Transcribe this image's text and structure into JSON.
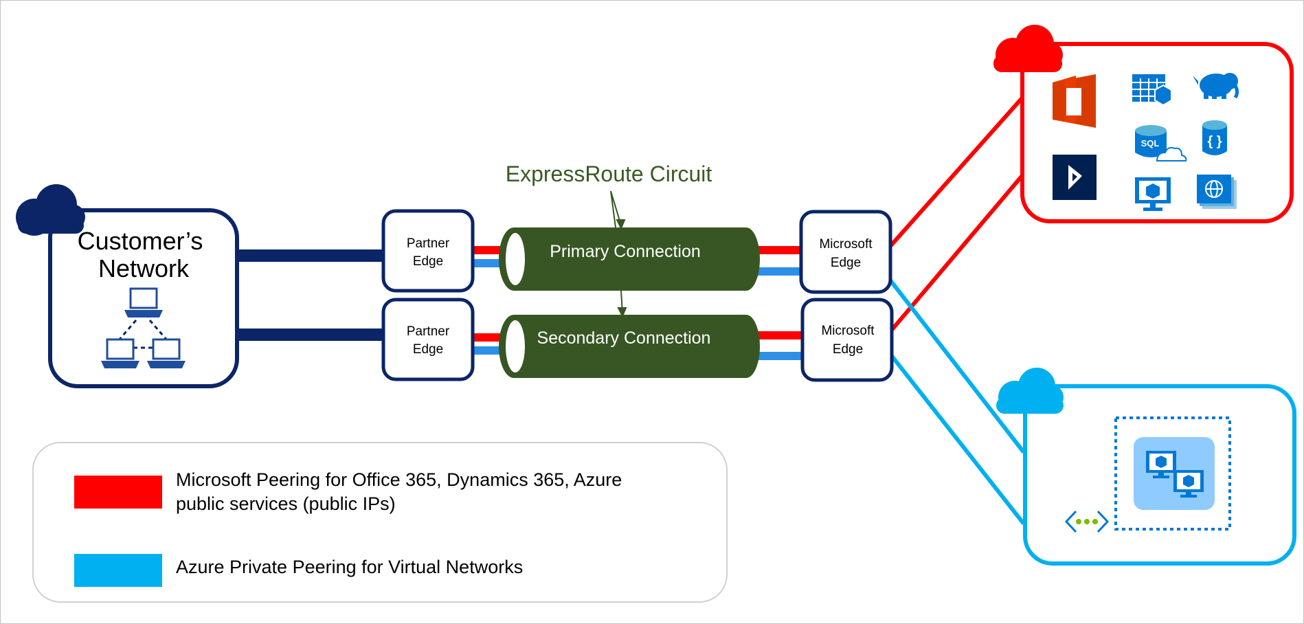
{
  "title": "ExpressRoute Circuit",
  "customer_network": {
    "label_line1": "Customer’s",
    "label_line2": "Network"
  },
  "partner_edge_primary": {
    "line1": "Partner",
    "line2": "Edge"
  },
  "partner_edge_secondary": {
    "line1": "Partner",
    "line2": "Edge"
  },
  "microsoft_edge_primary": {
    "line1": "Microsoft",
    "line2": "Edge"
  },
  "microsoft_edge_secondary": {
    "line1": "Microsoft",
    "line2": "Edge"
  },
  "primary_connection": "Primary Connection",
  "secondary_connection": "Secondary Connection",
  "sql_label": "SQL",
  "legend": {
    "microsoft_peering_line1": "Microsoft Peering for Office 365, Dynamics 365, Azure",
    "microsoft_peering_line2": "public services (public IPs)",
    "private_peering": "Azure Private Peering for Virtual Networks"
  },
  "colors": {
    "navy": "#0b2566",
    "red": "#ff0000",
    "blue": "#00b0f0",
    "blue_pipe": "#2e8fe6",
    "green": "#375623",
    "title_green": "#3a5a24",
    "office_orange": "#d83b01",
    "azure_blue": "#0078d4"
  }
}
